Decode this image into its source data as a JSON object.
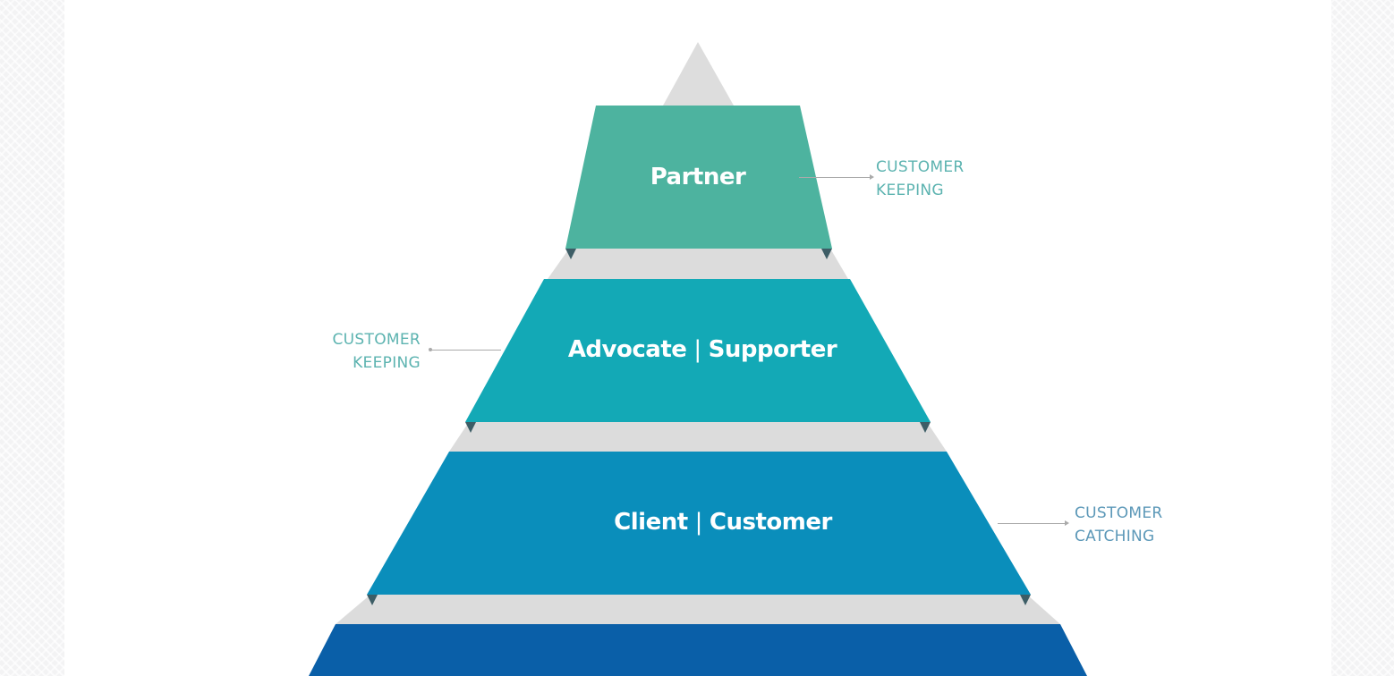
{
  "diagram": {
    "title": "Customer loyalty pyramid",
    "colors": {
      "apex_gray": "#dddddd",
      "band_gray": "#dcdcdc",
      "partner": "#4db39f",
      "advocate": "#13a9b6",
      "client": "#0a8ebb",
      "base": "#0a5fa8",
      "annot_teal": "#5cb3b0",
      "annot_blue": "#5c98b8",
      "connector": "#aaaaaa",
      "edge_dark": "#3d5d66"
    },
    "tiers": [
      {
        "label_left": "Partner",
        "label_right": ""
      },
      {
        "label_left": "Advocate",
        "label_right": "Supporter"
      },
      {
        "label_left": "Client",
        "label_right": "Customer"
      },
      {
        "label_left": "",
        "label_right": ""
      }
    ],
    "separator": "|",
    "annotations": [
      {
        "line1": "CUSTOMER",
        "line2": "KEEPING",
        "side": "right",
        "tier": "Partner"
      },
      {
        "line1": "CUSTOMER",
        "line2": "KEEPING",
        "side": "left",
        "tier": "Advocate | Supporter"
      },
      {
        "line1": "CUSTOMER",
        "line2": "CATCHING",
        "side": "right",
        "tier": "Client | Customer"
      }
    ]
  }
}
